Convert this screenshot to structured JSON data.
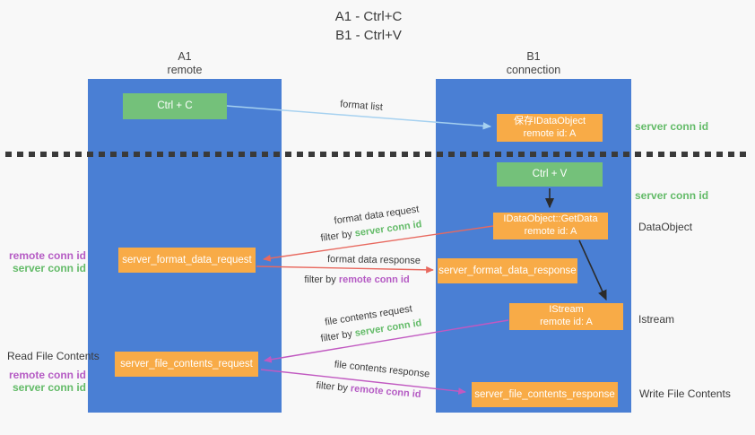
{
  "title": {
    "line1": "A1 - Ctrl+C",
    "line2": "B1 - Ctrl+V"
  },
  "lanes": {
    "a1": {
      "title": "A1",
      "subtitle": "remote"
    },
    "b1": {
      "title": "B1",
      "subtitle": "connection"
    }
  },
  "nodes": {
    "ctrl_c": {
      "label": "Ctrl + C"
    },
    "ctrl_v": {
      "label": "Ctrl + V"
    },
    "save_idataobject": {
      "line1": "保存IDataObject",
      "line2": "remote id: A"
    },
    "idataobject_getdata": {
      "line1": "IDataObject::GetData",
      "line2": "remote id: A"
    },
    "istream": {
      "line1": "IStream",
      "line2": "remote id: A"
    },
    "server_format_data_request": {
      "label": "server_format_data_request"
    },
    "server_format_data_response": {
      "label": "server_format_data_response"
    },
    "server_file_contents_request": {
      "label": "server_file_contents_request"
    },
    "server_file_contents_response": {
      "label": "server_file_contents_response"
    }
  },
  "side_labels": {
    "server_conn_id_top": "server conn id",
    "server_conn_id_mid": "server conn id",
    "dataobject": "DataObject",
    "istream": "Istream",
    "write_file_contents": "Write File Contents",
    "read_file_contents": "Read File Contents",
    "format_remote_conn_id": "remote conn id",
    "format_server_conn_id": "server conn id",
    "file_remote_conn_id": "remote conn id",
    "file_server_conn_id": "server conn id"
  },
  "arrow_labels": {
    "format_list": "format list",
    "format_data_request": "format data request",
    "format_data_response": "format data response",
    "file_contents_request": "file contents request",
    "file_contents_response": "file contents response",
    "filter_by": "filter by",
    "server_conn_id": "server conn id",
    "remote_conn_id": "remote conn id"
  },
  "colors": {
    "lane_blue": "#4a7fd4",
    "node_green": "#74c17a",
    "node_orange": "#f8ab47",
    "green_text": "#63bb68",
    "purple_text": "#b55bc4",
    "arrow_red": "#e8695f",
    "arrow_magenta": "#c159c1",
    "arrow_light_blue": "#a6d1f0",
    "arrow_black": "#2b2b2b",
    "divider_black": "#3a3a3a"
  }
}
